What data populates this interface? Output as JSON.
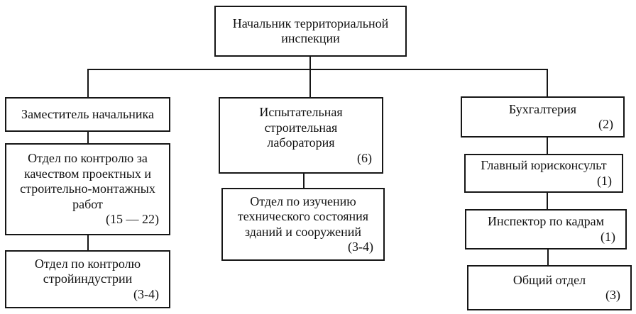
{
  "nodes": {
    "head": {
      "title": "Начальник территориальной\nинспекции"
    },
    "deputy": {
      "title": "Заместитель начальника"
    },
    "quality": {
      "title": "Отдел по контролю за\nкачеством проектных и\nстроительно-монтажных\nработ",
      "count": "(15 — 22)"
    },
    "stroy": {
      "title": "Отдел по контролю\nстройиндустрии",
      "count": "(3-4)"
    },
    "lab": {
      "title": "Испытательная\nстроительная\nлаборатория",
      "count": "(6)"
    },
    "tech": {
      "title": "Отдел по изучению\nтехнического состояния\nзданий и сооружений",
      "count": "(3-4)"
    },
    "accounting": {
      "title": "Бухгалтерия",
      "count": "(2)"
    },
    "legal": {
      "title": "Главный юрисконсульт",
      "count": "(1)"
    },
    "hr": {
      "title": "Инспектор по кадрам",
      "count": "(1)"
    },
    "general": {
      "title": "Общий отдел",
      "count": "(3)"
    }
  },
  "colors": {
    "line": "#161616",
    "background": "#ffffff"
  }
}
